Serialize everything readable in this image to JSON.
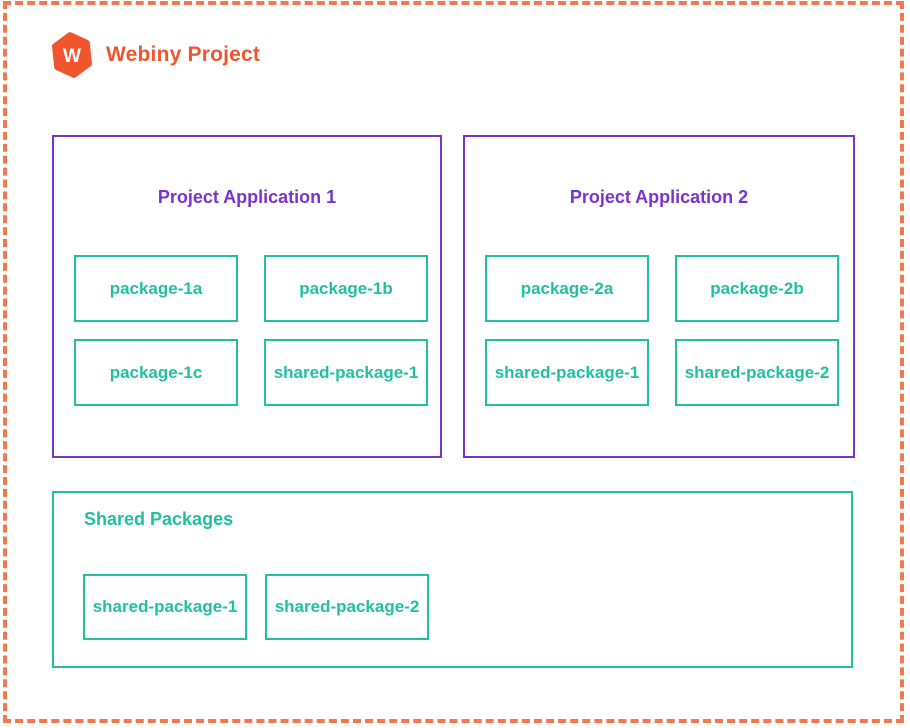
{
  "header": {
    "title": "Webiny Project",
    "logo_letter": "W"
  },
  "applications": [
    {
      "title": "Project Application 1",
      "packages": [
        "package-1a",
        "package-1b",
        "package-1c",
        "shared-package-1"
      ]
    },
    {
      "title": "Project Application 2",
      "packages": [
        "package-2a",
        "package-2b",
        "shared-package-1",
        "shared-package-2"
      ]
    }
  ],
  "shared_section": {
    "title": "Shared Packages",
    "packages": [
      "shared-package-1",
      "shared-package-2"
    ]
  },
  "colors": {
    "orange": "#f0562e",
    "dash": "#f4784f",
    "purple": "#7b33cd",
    "teal": "#21c0a2",
    "bg": "#ffffff"
  }
}
